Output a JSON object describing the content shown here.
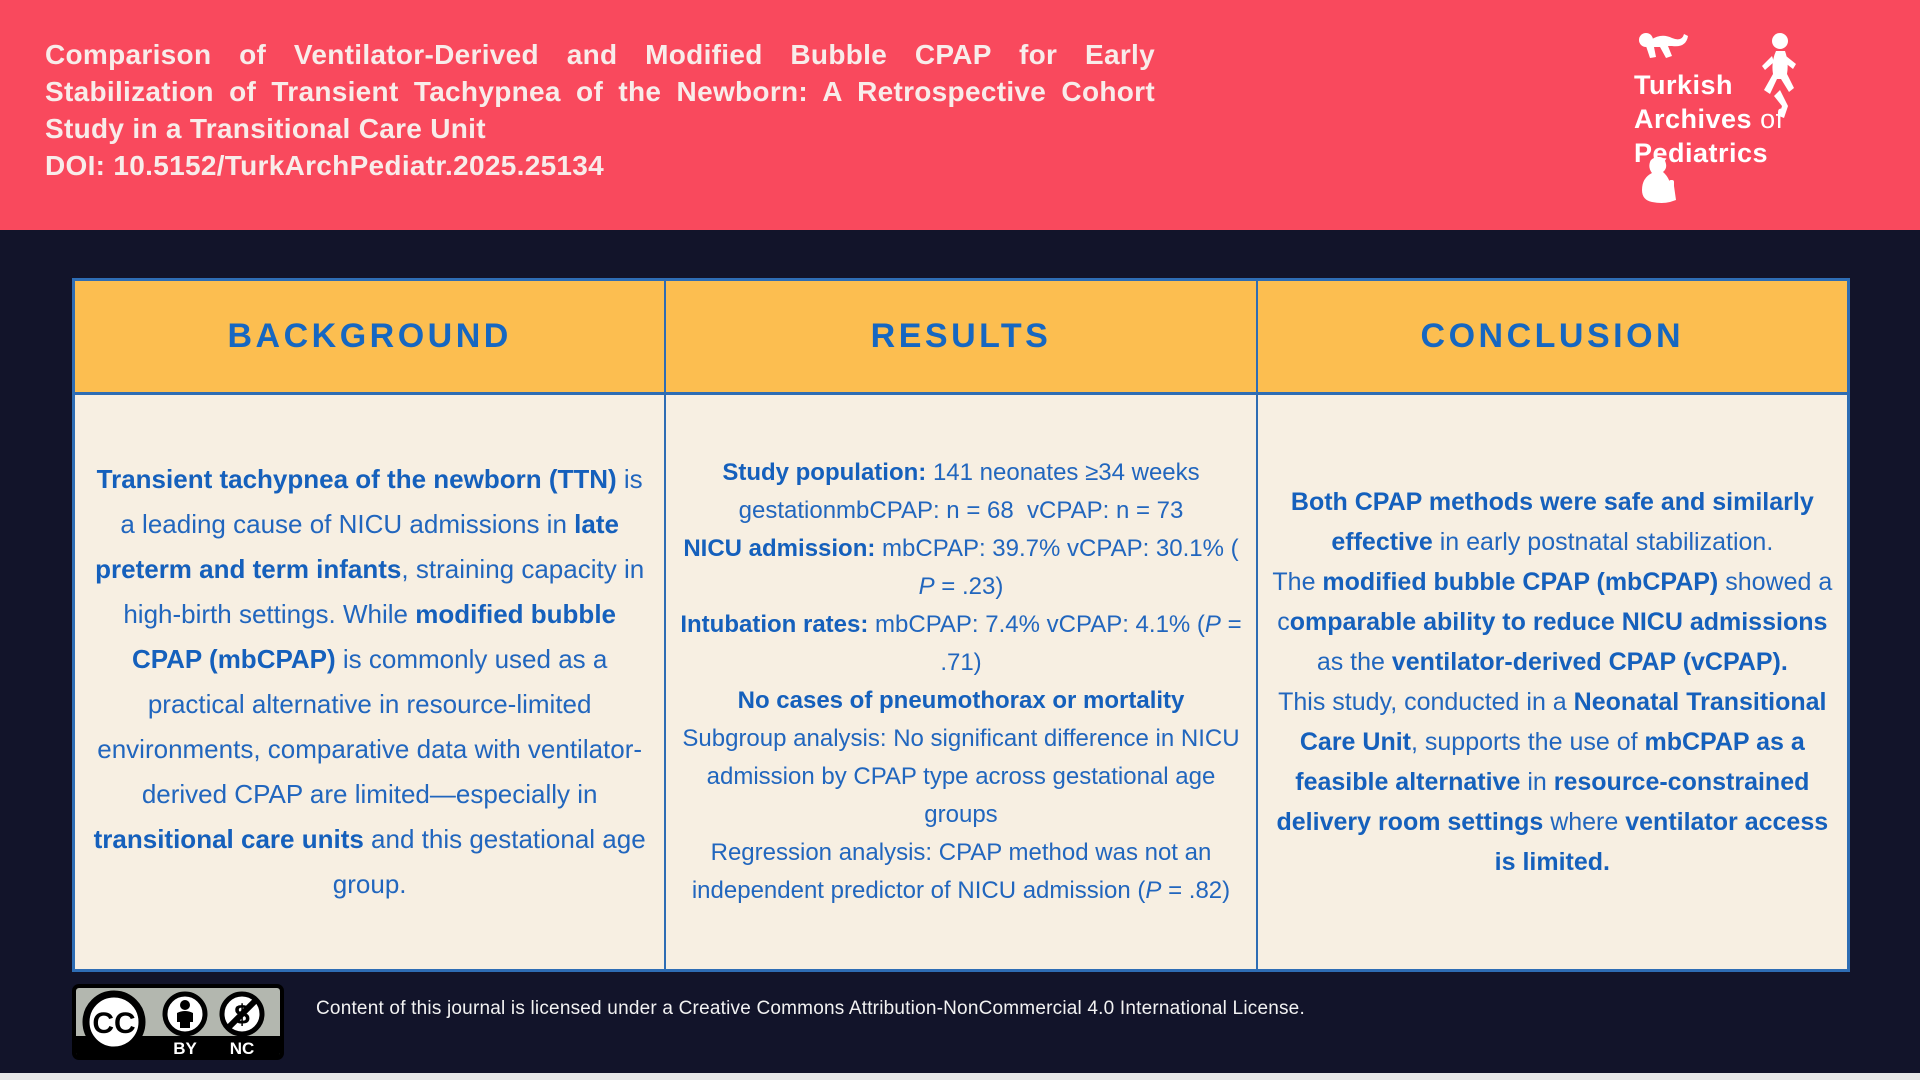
{
  "header": {
    "title": "Comparison of Ventilator-Derived and Modified Bubble CPAP for Early Stabilization of Transient Tachypnea of the Newborn: A Retrospective Cohort Study in a Transitional Care Unit",
    "doi": "DOI: 10.5152/TurkArchPediatr.2025.25134",
    "logo": {
      "word1": "Turkish",
      "word2": "Archives",
      "word2_suffix": " of",
      "word3": "Pediatrics"
    }
  },
  "table": {
    "columns": [
      {
        "header": "BACKGROUND",
        "paragraphs": [
          {
            "segments": [
              {
                "text": "Transient tachypnea of the newborn (TTN) ",
                "bold": true
              },
              {
                "text": "is a leading cause of NICU admissions in "
              },
              {
                "text": "late preterm and term infants",
                "bold": true
              },
              {
                "text": ", straining capacity in high-birth settings. While "
              },
              {
                "text": "modified bubble CPAP (mbCPAP) ",
                "bold": true
              },
              {
                "text": "is commonly used as a practical alternative in resource-limited environments, comparative data with ventilator-derived CPAP are limited—especially in "
              },
              {
                "text": "transitional care units",
                "bold": true
              },
              {
                "text": " and this gestational age group."
              }
            ]
          }
        ]
      },
      {
        "header": "RESULTS",
        "paragraphs": [
          {
            "segments": [
              {
                "text": "Study population: ",
                "bold": true
              },
              {
                "text": "141 neonates ≥34 weeks gestationmbCPAP: n = 68  vCPAP: n = 73"
              }
            ]
          },
          {
            "segments": [
              {
                "text": "NICU admission: ",
                "bold": true
              },
              {
                "text": "mbCPAP: 39.7% vCPAP: 30.1% ( "
              },
              {
                "text": "P",
                "italic": true
              },
              {
                "text": " = .23)"
              }
            ]
          },
          {
            "segments": [
              {
                "text": "Intubation rates: ",
                "bold": true
              },
              {
                "text": "mbCPAP: 7.4% vCPAP: 4.1% ("
              },
              {
                "text": "P",
                "italic": true
              },
              {
                "text": " = .71)"
              }
            ]
          },
          {
            "segments": [
              {
                "text": "No cases of pneumothorax or mortality",
                "bold": true
              }
            ]
          },
          {
            "segments": [
              {
                "text": "Subgroup analysis: No significant difference in NICU admission by CPAP type across gestational age groups"
              }
            ]
          },
          {
            "segments": [
              {
                "text": "Regression analysis: CPAP method was not an independent predictor of NICU admission ("
              },
              {
                "text": "P",
                "italic": true
              },
              {
                "text": " = .82)"
              }
            ]
          }
        ]
      },
      {
        "header": "CONCLUSION",
        "paragraphs": [
          {
            "segments": [
              {
                "text": "Both CPAP methods were safe and similarly effective ",
                "bold": true
              },
              {
                "text": "in early postnatal stabilization."
              }
            ]
          },
          {
            "segments": [
              {
                "text": "The "
              },
              {
                "text": "modified bubble CPAP (mbCPAP)",
                "bold": true
              },
              {
                "text": " showed a c"
              },
              {
                "text": "omparable ability to reduce NICU admissions",
                "bold": true
              },
              {
                "text": " as the "
              },
              {
                "text": "ventilator-derived CPAP (vCPAP).",
                "bold": true
              }
            ]
          },
          {
            "segments": [
              {
                "text": "This study, conducted in a "
              },
              {
                "text": "Neonatal Transitional Care Unit",
                "bold": true
              },
              {
                "text": ", supports the use of "
              },
              {
                "text": "mbCPAP as a feasible alternative",
                "bold": true
              },
              {
                "text": " in "
              },
              {
                "text": "resource-constrained delivery room settings",
                "bold": true
              },
              {
                "text": " where "
              },
              {
                "text": "ventilator access is limited.",
                "bold": true
              }
            ]
          }
        ]
      }
    ]
  },
  "footer": {
    "license_text": "Content of this journal is licensed under a Creative Commons Attribution-NonCommercial 4.0 International License.",
    "cc_badge": {
      "cc": "CC",
      "by": "BY",
      "nc": "NC"
    }
  },
  "colors": {
    "banner_pink": "#F9495D",
    "background_navy": "#12142A",
    "header_yellow": "#FCBE50",
    "cell_cream": "#F7EFE2",
    "text_blue": "#2166BE",
    "border_blue": "#2E6DB4"
  }
}
